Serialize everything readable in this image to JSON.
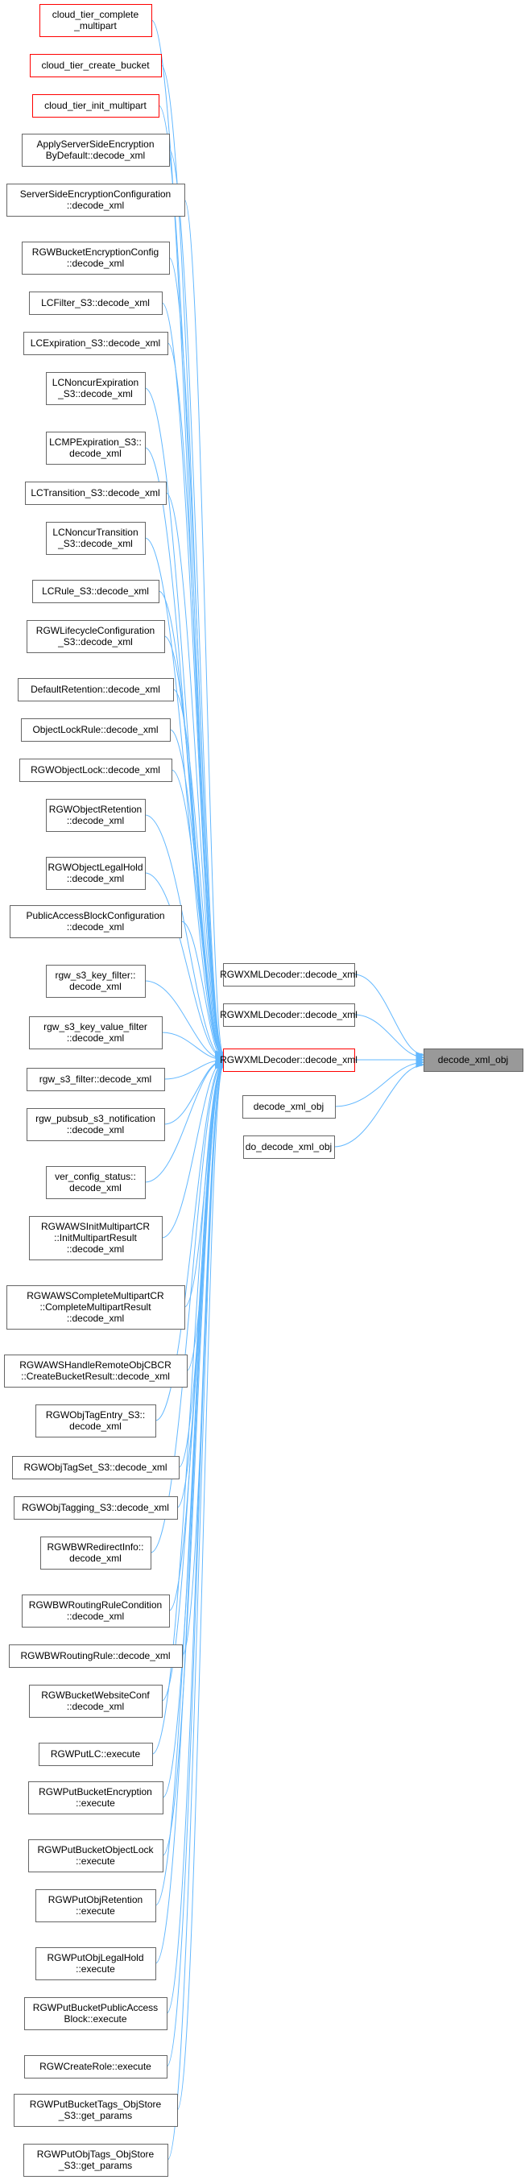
{
  "colors": {
    "edge": "#63b8ff",
    "node_border": "#666666",
    "node_fill": "#ffffff",
    "highlight_border": "#ff0000",
    "target_fill": "#999999",
    "target_border": "#666666"
  },
  "target": {
    "label": "decode_xml_obj"
  },
  "middle": [
    {
      "id": "m0",
      "label": "RGWXMLDecoder::decode_xml"
    },
    {
      "id": "m1",
      "label": "RGWXMLDecoder::decode_xml"
    },
    {
      "id": "m2",
      "label": "RGWXMLDecoder::decode_xml",
      "highlight": true
    },
    {
      "id": "m3",
      "label": "decode_xml_obj"
    },
    {
      "id": "m4",
      "label": "do_decode_xml_obj"
    }
  ],
  "callers": [
    {
      "lines": [
        "cloud_tier_complete",
        "_multipart"
      ],
      "highlight": true
    },
    {
      "lines": [
        "cloud_tier_create_bucket"
      ],
      "highlight": true
    },
    {
      "lines": [
        "cloud_tier_init_multipart"
      ],
      "highlight": true
    },
    {
      "lines": [
        "ApplyServerSideEncryption",
        "ByDefault::decode_xml"
      ]
    },
    {
      "lines": [
        "ServerSideEncryptionConfiguration",
        "::decode_xml"
      ]
    },
    {
      "lines": [
        "RGWBucketEncryptionConfig",
        "::decode_xml"
      ]
    },
    {
      "lines": [
        "LCFilter_S3::decode_xml"
      ]
    },
    {
      "lines": [
        "LCExpiration_S3::decode_xml"
      ]
    },
    {
      "lines": [
        "LCNoncurExpiration",
        "_S3::decode_xml"
      ]
    },
    {
      "lines": [
        "LCMPExpiration_S3::",
        "decode_xml"
      ]
    },
    {
      "lines": [
        "LCTransition_S3::decode_xml"
      ]
    },
    {
      "lines": [
        "LCNoncurTransition",
        "_S3::decode_xml"
      ]
    },
    {
      "lines": [
        "LCRule_S3::decode_xml"
      ]
    },
    {
      "lines": [
        "RGWLifecycleConfiguration",
        "_S3::decode_xml"
      ]
    },
    {
      "lines": [
        "DefaultRetention::decode_xml"
      ]
    },
    {
      "lines": [
        "ObjectLockRule::decode_xml"
      ]
    },
    {
      "lines": [
        "RGWObjectLock::decode_xml"
      ]
    },
    {
      "lines": [
        "RGWObjectRetention",
        "::decode_xml"
      ]
    },
    {
      "lines": [
        "RGWObjectLegalHold",
        "::decode_xml"
      ]
    },
    {
      "lines": [
        "PublicAccessBlockConfiguration",
        "::decode_xml"
      ]
    },
    {
      "lines": [
        "rgw_s3_key_filter::",
        "decode_xml"
      ]
    },
    {
      "lines": [
        "rgw_s3_key_value_filter",
        "::decode_xml"
      ]
    },
    {
      "lines": [
        "rgw_s3_filter::decode_xml"
      ]
    },
    {
      "lines": [
        "rgw_pubsub_s3_notification",
        "::decode_xml"
      ]
    },
    {
      "lines": [
        "ver_config_status::",
        "decode_xml"
      ]
    },
    {
      "lines": [
        "RGWAWSInitMultipartCR",
        "::InitMultipartResult",
        "::decode_xml"
      ]
    },
    {
      "lines": [
        "RGWAWSCompleteMultipartCR",
        "::CompleteMultipartResult",
        "::decode_xml"
      ]
    },
    {
      "lines": [
        "RGWAWSHandleRemoteObjCBCR",
        "::CreateBucketResult::decode_xml"
      ]
    },
    {
      "lines": [
        "RGWObjTagEntry_S3::",
        "decode_xml"
      ]
    },
    {
      "lines": [
        "RGWObjTagSet_S3::decode_xml"
      ]
    },
    {
      "lines": [
        "RGWObjTagging_S3::decode_xml"
      ]
    },
    {
      "lines": [
        "RGWBWRedirectInfo::",
        "decode_xml"
      ]
    },
    {
      "lines": [
        "RGWBWRoutingRuleCondition",
        "::decode_xml"
      ]
    },
    {
      "lines": [
        "RGWBWRoutingRule::decode_xml"
      ]
    },
    {
      "lines": [
        "RGWBucketWebsiteConf",
        "::decode_xml"
      ]
    },
    {
      "lines": [
        "RGWPutLC::execute"
      ]
    },
    {
      "lines": [
        "RGWPutBucketEncryption",
        "::execute"
      ]
    },
    {
      "lines": [
        "RGWPutBucketObjectLock",
        "::execute"
      ]
    },
    {
      "lines": [
        "RGWPutObjRetention",
        "::execute"
      ]
    },
    {
      "lines": [
        "RGWPutObjLegalHold",
        "::execute"
      ]
    },
    {
      "lines": [
        "RGWPutBucketPublicAccess",
        "Block::execute"
      ]
    },
    {
      "lines": [
        "RGWCreateRole::execute"
      ]
    },
    {
      "lines": [
        "RGWPutBucketTags_ObjStore",
        "_S3::get_params"
      ]
    },
    {
      "lines": [
        "RGWPutObjTags_ObjStore",
        "_S3::get_params"
      ]
    }
  ]
}
